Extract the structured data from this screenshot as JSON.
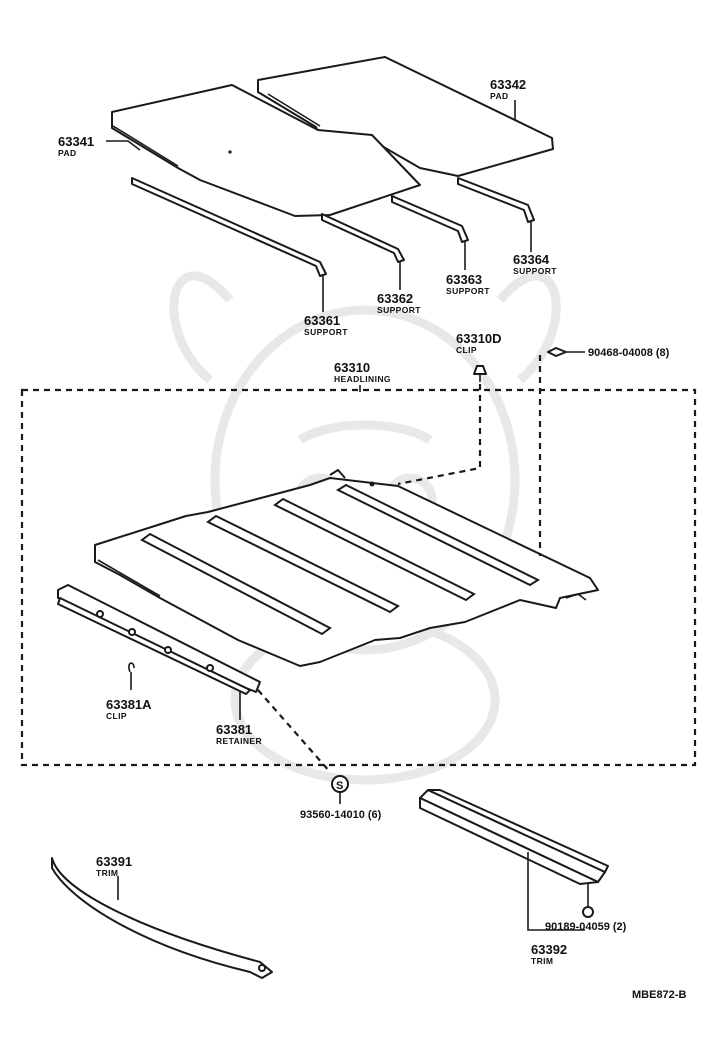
{
  "diagram_code": "MBE872-B",
  "parts": {
    "p63342": {
      "number": "63342",
      "desc": "PAD"
    },
    "p63341": {
      "number": "63341",
      "desc": "PAD"
    },
    "p63364": {
      "number": "63364",
      "desc": "SUPPORT"
    },
    "p63363": {
      "number": "63363",
      "desc": "SUPPORT"
    },
    "p63362": {
      "number": "63362",
      "desc": "SUPPORT"
    },
    "p63361": {
      "number": "63361",
      "desc": "SUPPORT"
    },
    "p63310D": {
      "number": "63310D",
      "desc": "CLIP"
    },
    "p90468": {
      "number": "90468-04008 (8)"
    },
    "p63310": {
      "number": "63310",
      "desc": "HEADLINING"
    },
    "p63381A": {
      "number": "63381A",
      "desc": "CLIP"
    },
    "p63381": {
      "number": "63381",
      "desc": "RETAINER"
    },
    "p93560": {
      "number": "93560-14010 (6)",
      "symbol": "S"
    },
    "p63391": {
      "number": "63391",
      "desc": "TRIM"
    },
    "p90189": {
      "number": "90189-04059 (2)"
    },
    "p63392": {
      "number": "63392",
      "desc": "TRIM"
    }
  },
  "colors": {
    "ink": "#1a1a1a",
    "paper": "#ffffff",
    "watermark": "#e8e8e8"
  }
}
